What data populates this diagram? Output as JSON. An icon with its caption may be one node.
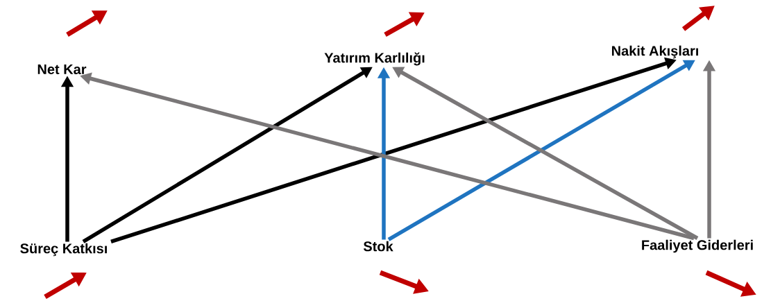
{
  "diagram": {
    "nodes": [
      {
        "text": [
          "Net Kar"
        ]
      },
      {
        "text": [
          "Yatırım Karlılığı"
        ]
      },
      {
        "text": [
          "Nakit Akışları"
        ]
      },
      {
        "text": [
          "Süreç Katkısı"
        ]
      },
      {
        "text": [
          "Stok"
        ]
      },
      {
        "text": [
          "Faaliyet Giderleri"
        ]
      }
    ],
    "edges": [
      {
        "from": 3,
        "to": 0,
        "arrow": "to",
        "color": "#000000"
      },
      {
        "from": 3,
        "to": 1,
        "arrow": "to",
        "color": "#000000"
      },
      {
        "from": 3,
        "to": 2,
        "arrow": "to",
        "color": "#000000"
      },
      {
        "from": 4,
        "to": 1,
        "arrow": "to",
        "color": "#1f74c0"
      },
      {
        "from": 4,
        "to": 2,
        "arrow": "to",
        "color": "#1f74c0"
      },
      {
        "from": 5,
        "to": 0,
        "arrow": "to",
        "color": "#7a7778"
      },
      {
        "from": 5,
        "to": 1,
        "arrow": "to",
        "color": "#7a7778"
      },
      {
        "from": 5,
        "to": 2,
        "arrow": "to",
        "color": "#7a7778"
      }
    ]
  }
}
